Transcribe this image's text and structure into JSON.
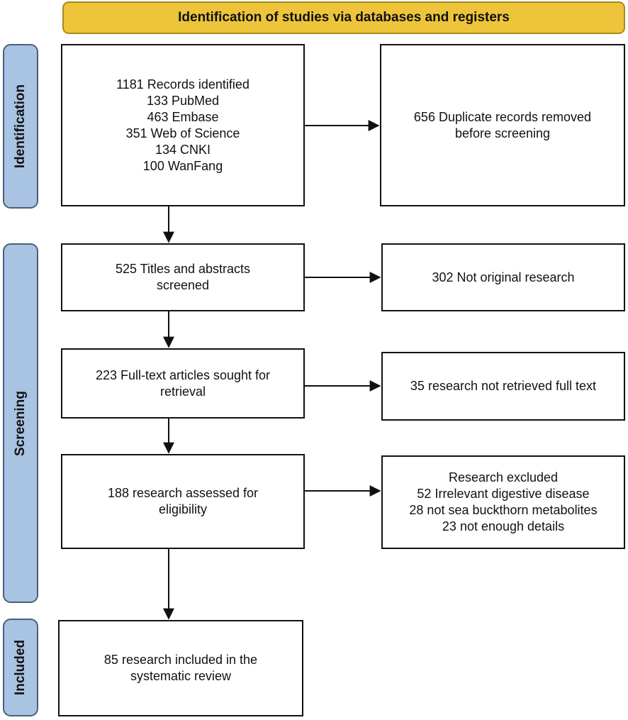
{
  "header": {
    "title": "Identification of studies via databases and registers"
  },
  "phases": {
    "identification": "Identification",
    "screening": "Screening",
    "included": "Included"
  },
  "boxes": {
    "records_identified": [
      "1181 Records identified",
      "133 PubMed",
      "463 Embase",
      "351 Web of Science",
      "134 CNKI",
      "100 WanFang"
    ],
    "duplicates_removed": [
      "656 Duplicate records removed",
      "before screening"
    ],
    "titles_screened": [
      "525 Titles and abstracts",
      "screened"
    ],
    "not_original": [
      "302 Not original research"
    ],
    "fulltext_sought": [
      "223 Full-text articles sought for",
      "retrieval"
    ],
    "not_retrieved": [
      "35 research not retrieved full text"
    ],
    "assessed_eligibility": [
      "188 research assessed for",
      "eligibility"
    ],
    "excluded": [
      "Research excluded",
      "52 Irrelevant digestive disease",
      "28 not sea buckthorn metabolites",
      "23 not enough details"
    ],
    "included_review": [
      "85 research included in the",
      "systematic review"
    ]
  }
}
